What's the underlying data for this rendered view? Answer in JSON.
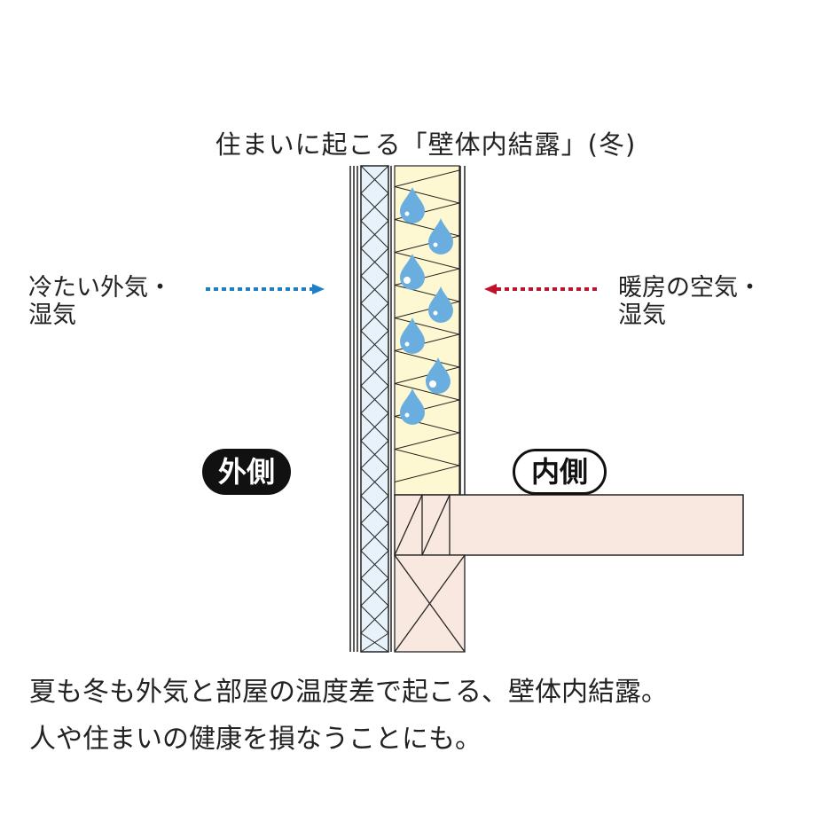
{
  "title": "住まいに起こる「壁体内結露」(冬)",
  "left_label": "冷たい外気・\n湿気",
  "right_label": "暖房の空気・\n湿気",
  "outside_badge": "外側",
  "inside_badge": "内側",
  "caption": [
    "夏も冬も外気と部屋の温度差で起こる、壁体内結露。",
    "人や住まいの健康を損なうことにも。"
  ],
  "colors": {
    "cold_arrow": "#1f7fc4",
    "warm_arrow": "#c0122a",
    "insulation": "#fdf8d2",
    "sheathing": "#e8f2fb",
    "timber": "#f8e8e0",
    "droplet": "#6aaee0"
  }
}
